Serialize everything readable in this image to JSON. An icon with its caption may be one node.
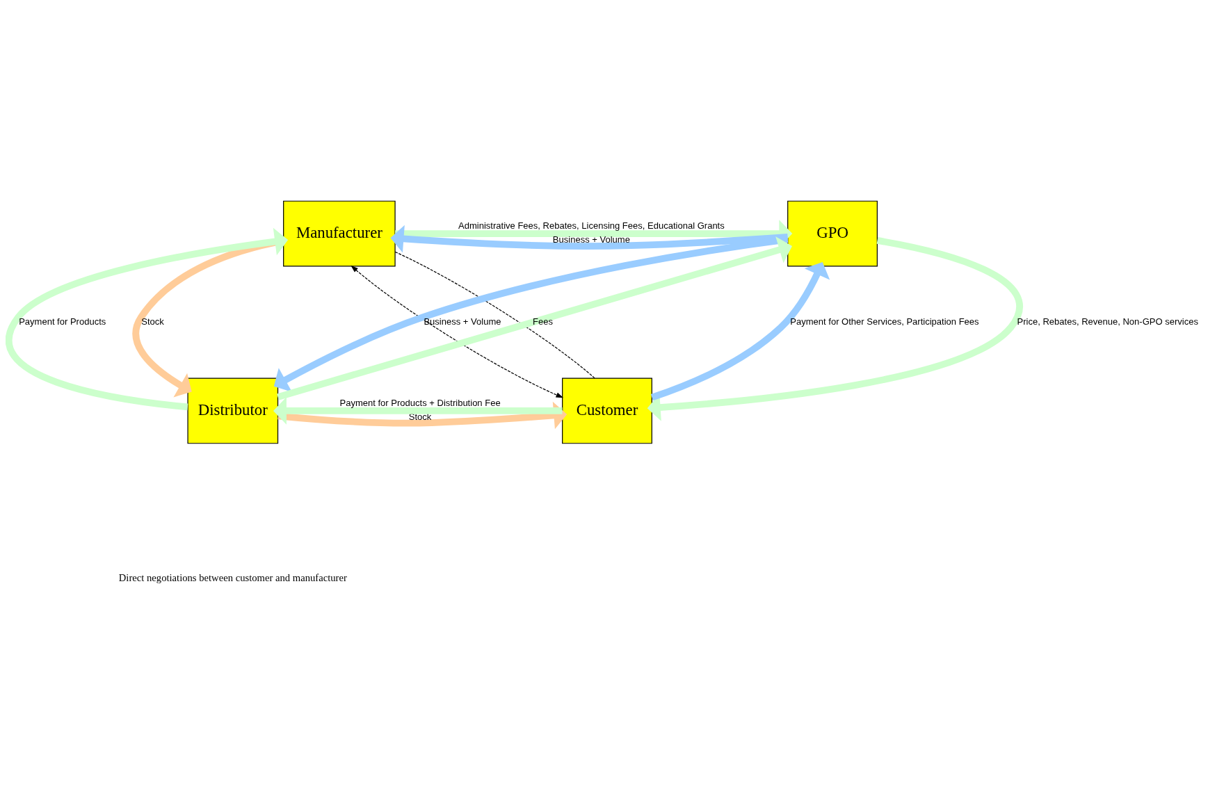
{
  "diagram": {
    "nodes": [
      {
        "text": [
          "Manufacturer"
        ]
      },
      {
        "text": [
          "GPO"
        ]
      },
      {
        "text": [
          "Distributor"
        ]
      },
      {
        "text": [
          "Customer"
        ]
      }
    ],
    "edges": [
      {
        "from": 0,
        "to": 1,
        "arrow": "to",
        "label": "Administrative Fees, Rebates, Licensing Fees, Educational Grants",
        "color": "#ccffcc"
      },
      {
        "from": 1,
        "to": 0,
        "arrow": "to",
        "label": "Business + Volume",
        "color": "#99ccff"
      },
      {
        "from": 0,
        "to": 2,
        "arrow": "to",
        "label": "Stock",
        "color": "#ffcc99"
      },
      {
        "from": 2,
        "to": 0,
        "arrow": "to",
        "label": "Payment for Products",
        "color": "#ccffcc"
      },
      {
        "from": 2,
        "to": 1,
        "arrow": "to",
        "label": "Fees",
        "color": "#ccffcc"
      },
      {
        "from": 1,
        "to": 2,
        "arrow": "to",
        "label": "Business + Volume",
        "color": "#99ccff"
      },
      {
        "from": 3,
        "to": 1,
        "arrow": "to",
        "label": "Payment for Other Services, Participation Fees",
        "color": "#99ccff"
      },
      {
        "from": 1,
        "to": 3,
        "arrow": "to",
        "label": "Price, Rebates, Revenue, Non-GPO services",
        "color": "#ccffcc"
      },
      {
        "from": 2,
        "to": 3,
        "arrow": "to",
        "label": "Stock",
        "color": "#ffcc99"
      },
      {
        "from": 3,
        "to": 2,
        "arrow": "to",
        "label": "Payment for Products + Distribution Fee",
        "color": "#ccffcc"
      },
      {
        "from": 0,
        "to": 3,
        "arrow": "both",
        "style": "dashed",
        "color": "#000000"
      },
      {
        "from": 0,
        "to": 3,
        "arrow": "none",
        "style": "dashed",
        "color": "#000000"
      }
    ],
    "legend": [
      {
        "text": "Direct negotiations between customer and manufacturer"
      }
    ]
  }
}
